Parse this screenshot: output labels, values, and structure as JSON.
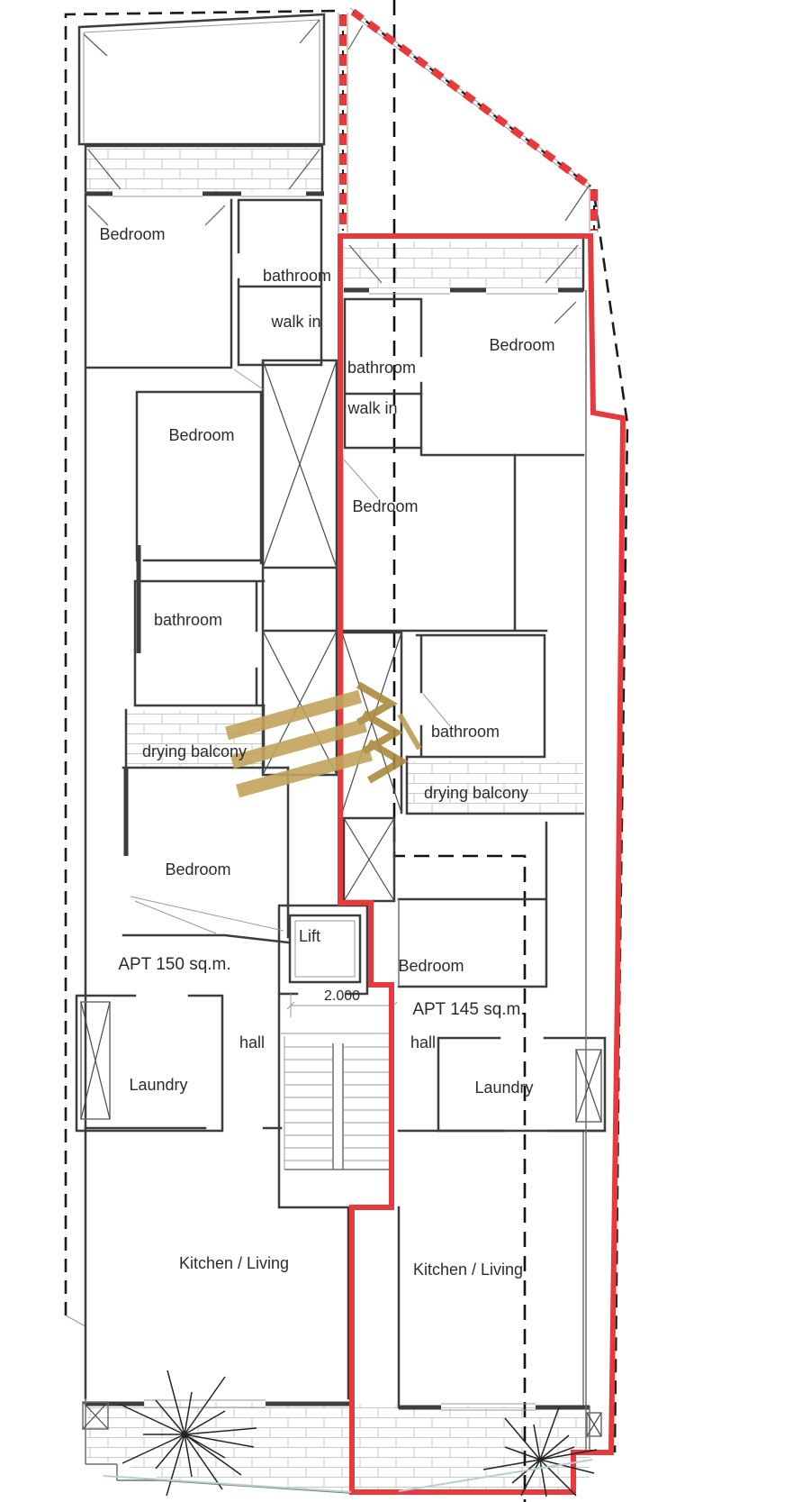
{
  "colors": {
    "boundary_red": "#e8393c",
    "wall_dark": "#3d3d3d",
    "watermark_gold": "#bd9d52",
    "railing_blue": "#b6cdd8"
  },
  "apartments": {
    "left": {
      "area_label": "APT 150 sq.m.",
      "rooms": {
        "bedroom_top": "Bedroom",
        "bathroom_top": "bathroom",
        "walk_in": "walk in",
        "bedroom_mid": "Bedroom",
        "bathroom_mid": "bathroom",
        "drying_balcony": "drying balcony",
        "bedroom_low": "Bedroom",
        "hall": "hall",
        "laundry": "Laundry",
        "kitchen_living": "Kitchen / Living"
      }
    },
    "right": {
      "area_label": "APT 145 sq.m.",
      "rooms": {
        "bathroom_top": "bathroom",
        "walk_in": "walk in",
        "bedroom_top": "Bedroom",
        "bedroom_mid": "Bedroom",
        "bathroom_mid": "bathroom",
        "drying_balcony": "drying balcony",
        "bedroom_low": "Bedroom",
        "hall": "hall",
        "laundry": "Laundry",
        "kitchen_living": "Kitchen / Living"
      }
    }
  },
  "core": {
    "lift_label": "Lift",
    "stair_opening_dim": "2.000"
  }
}
